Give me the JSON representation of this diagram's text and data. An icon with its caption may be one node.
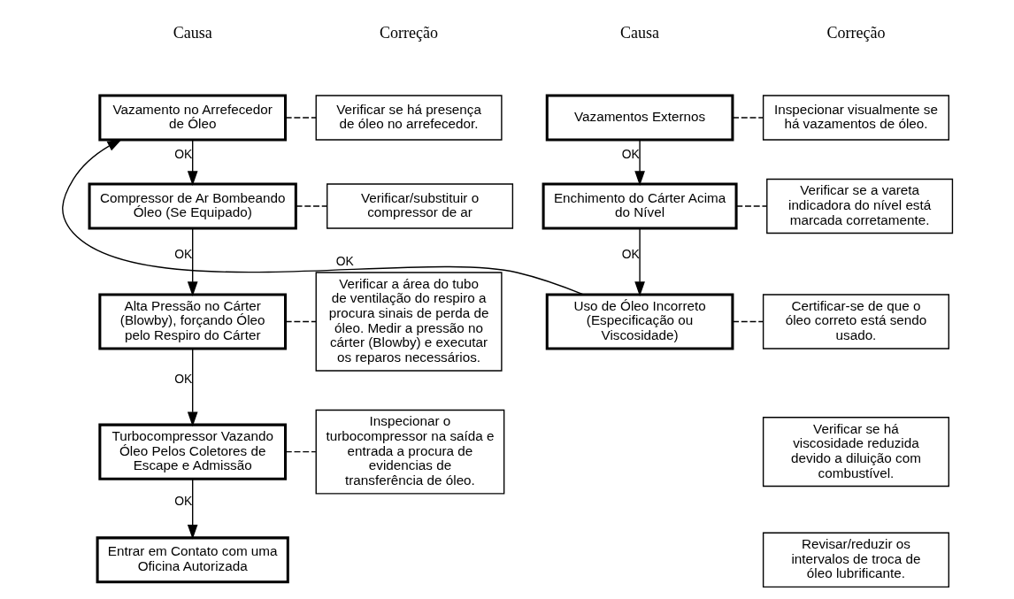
{
  "diagram": {
    "nodes": [
      {
        "text": [
          "Vazamentos Externos"
        ]
      },
      {
        "text": [
          "Inspecionar visualmente se há vazamentos de óleo."
        ]
      },
      {
        "text": [
          "Enchimento do Cárter Acima do Nível"
        ]
      },
      {
        "text": [
          "Verificar se a vareta indicadora do nível está marcada corretamente."
        ]
      },
      {
        "text": [
          "Uso de Óleo Incorreto (Especificação ou Viscosidade)"
        ]
      },
      {
        "text": [
          "Certificar-se de que o óleo correto está sendo usado."
        ]
      },
      {
        "text": [
          "Verificar se há viscosidade reduzida devido a diluição com combustível."
        ]
      },
      {
        "text": [
          "Revisar/reduzir os intervalos de troca de óleo lubrificante."
        ]
      },
      {
        "text": [
          "Vazamento no Arrefecedor de Óleo"
        ]
      },
      {
        "text": [
          "Verificar se há presença de óleo no arrefecedor."
        ]
      },
      {
        "text": [
          "Compressor de Ar Bombeando Óleo (Se Equipado)"
        ]
      },
      {
        "text": [
          "Verificar/substituir o compressor de ar"
        ]
      },
      {
        "text": [
          "Alta Pressão no Cárter (Blowby), forçando Óleo pelo Respiro do Cárter"
        ]
      },
      {
        "text": [
          "Verificar a área do tubo de ventilação do respiro a procura sinais de perda de óleo. Medir a pressão no cárter (Blowby) e executar os reparos necessários."
        ]
      },
      {
        "text": [
          "Turbocompressor Vazando Óleo Pelos Coletores de Escape e Admissão"
        ]
      },
      {
        "text": [
          "Inspecionar o turbocompressor na saída e entrada a procura de evidencias de transferência de óleo."
        ]
      },
      {
        "text": [
          "Entrar em Contato com uma Oficina Autorizada"
        ]
      }
    ],
    "edges": [
      {
        "from": 0,
        "to": 1,
        "arrow": "none",
        "style": "dashed"
      },
      {
        "from": 0,
        "to": 2,
        "arrow": "to",
        "label": "OK"
      },
      {
        "from": 2,
        "to": 3,
        "arrow": "none",
        "style": "dashed"
      },
      {
        "from": 2,
        "to": 4,
        "arrow": "to",
        "label": "OK"
      },
      {
        "from": 4,
        "to": 5,
        "arrow": "none",
        "style": "dashed"
      },
      {
        "from": 4,
        "to": 8,
        "arrow": "to",
        "label": "OK"
      },
      {
        "from": 8,
        "to": 9,
        "arrow": "none",
        "style": "dashed"
      },
      {
        "from": 8,
        "to": 10,
        "arrow": "to",
        "label": "OK"
      },
      {
        "from": 10,
        "to": 11,
        "arrow": "none",
        "style": "dashed"
      },
      {
        "from": 10,
        "to": 12,
        "arrow": "to",
        "label": "OK"
      },
      {
        "from": 12,
        "to": 13,
        "arrow": "none",
        "style": "dashed"
      },
      {
        "from": 12,
        "to": 14,
        "arrow": "to",
        "label": "OK"
      },
      {
        "from": 14,
        "to": 15,
        "arrow": "none",
        "style": "dashed"
      },
      {
        "from": 14,
        "to": 16,
        "arrow": "to",
        "label": "OK"
      }
    ],
    "labels": [
      "Causa",
      "Correção",
      "Causa",
      "Correção"
    ]
  }
}
